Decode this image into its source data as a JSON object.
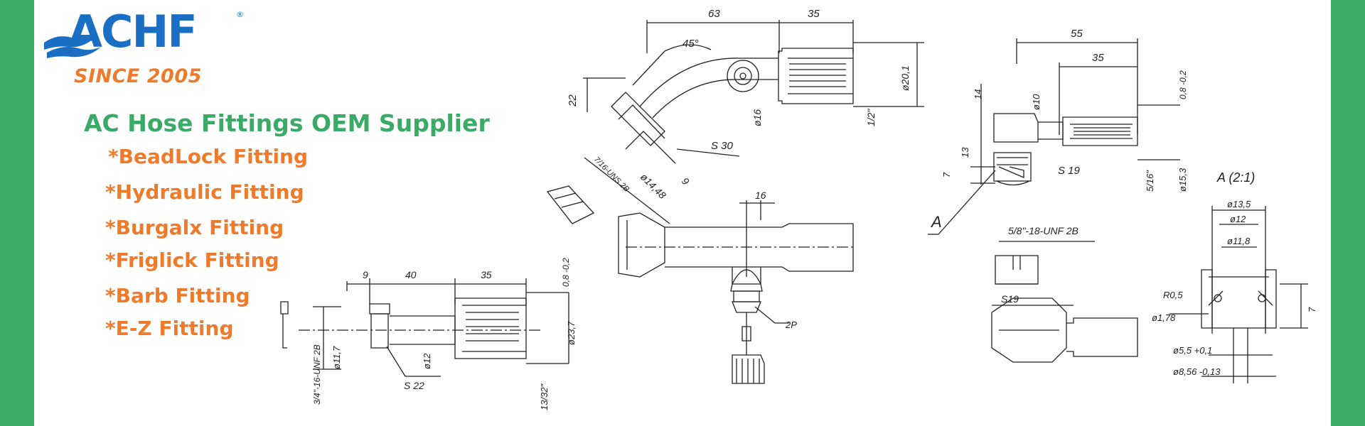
{
  "brand": {
    "name": "ACHF",
    "registered": "®",
    "tagline": "SINCE 2005",
    "colors": {
      "blue": "#1a6fc4",
      "orange": "#ef7a2a",
      "green": "#3aab67"
    }
  },
  "headline": "AC Hose Fittings OEM Supplier",
  "products": [
    "*BeadLock Fitting",
    "*Hydraulic Fitting",
    "*Burgalx Fitting",
    "*Friglick Fitting",
    "*Barb Fitting",
    "*E-Z Fitting"
  ],
  "drawing_labels": {
    "top": [
      "63",
      "35",
      "45°",
      "22",
      "ø16",
      "ø20,1",
      "1/2\"",
      "S 30",
      "7/16-UNS 2B",
      "ø14,48",
      "9"
    ],
    "middle": [
      "16",
      "2P"
    ],
    "bottom_left": [
      "9",
      "40",
      "35",
      "0,8 -0,2",
      "3/4\"-16-UNF 2B",
      "ø11,7",
      "S 22",
      "ø12",
      "ø23,7",
      "13/32\""
    ],
    "right": [
      "55",
      "35",
      "14",
      "ø10",
      "0,8 -0,2",
      "13",
      "7",
      "S 19",
      "5/16\"",
      "ø15,3",
      "A",
      "5/8\"-18-UNF 2B"
    ],
    "detail": [
      "A (2:1)",
      "ø13,5",
      "ø12",
      "ø11,8",
      "R0,5",
      "ø1,78",
      "7",
      "ø5,5 +0,1",
      "ø8,56 -0,13",
      "S19"
    ]
  }
}
